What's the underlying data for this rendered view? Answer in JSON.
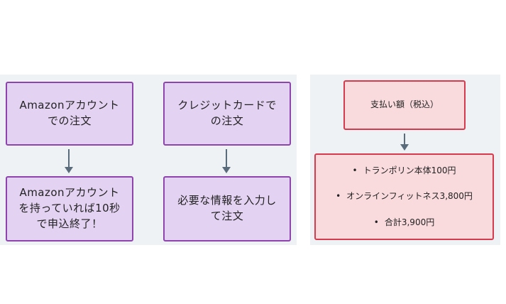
{
  "left_flow": {
    "amazon_order": "Amazonアカウント\nでの注文",
    "card_order": "クレジットカードで\nの注文",
    "amazon_finish": "Amazonアカウント\nを持っていれば10秒\nで申込終了！",
    "card_finish": "必要な情報を入力し\nて注文"
  },
  "right_flow": {
    "payment_title": "支払い額（税込）",
    "breakdown": [
      "トランポリン本体100円",
      "オンラインフィットネス3,800円",
      "合計3,900円"
    ]
  },
  "colors": {
    "panel_bg": "#eef2f5",
    "purple_fill": "#e3d2f2",
    "purple_border": "#8e44ad",
    "pink_fill": "#f9dadd",
    "pink_border": "#d63b4d",
    "arrow": "#5a6b7b"
  }
}
